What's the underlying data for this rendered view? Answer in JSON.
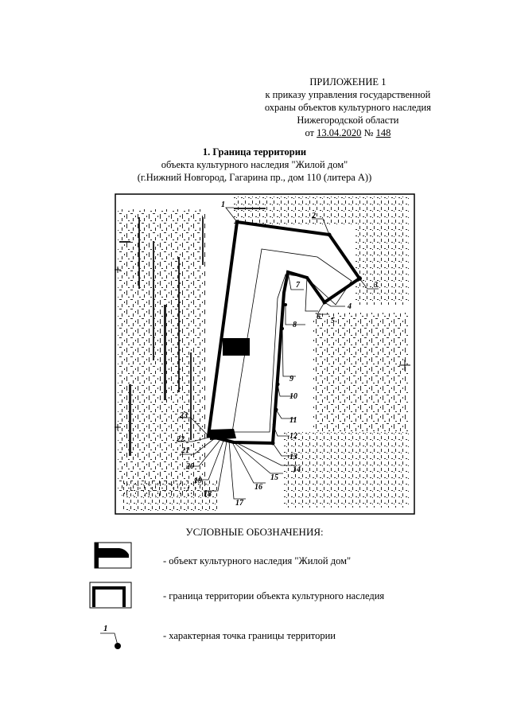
{
  "header": {
    "line1": "ПРИЛОЖЕНИЕ 1",
    "line2": "к приказу управления государственной",
    "line3": "охраны объектов культурного наследия",
    "line4": "Нижегородской области",
    "date_prefix": "от ",
    "date": "13.04.2020",
    "number_prefix": " № ",
    "number": "148"
  },
  "title": {
    "line1": "1. Граница территории",
    "line2": "объекта культурного наследия \"Жилой дом\"",
    "line3": "(г.Нижний Новгород, Гагарина пр., дом 110 (литера А))"
  },
  "map": {
    "boundary_color": "#000000",
    "points": [
      "1",
      "2",
      "3",
      "4",
      "5",
      "6",
      "7",
      "8",
      "9",
      "10",
      "11",
      "12",
      "13",
      "14",
      "15",
      "16",
      "17",
      "18",
      "19",
      "20",
      "21",
      "22",
      "23"
    ]
  },
  "legend": {
    "title": "УСЛОВНЫЕ ОБОЗНАЧЕНИЯ:",
    "items": [
      {
        "icon": "heritage-object-icon",
        "label": "- объект культурного наследия \"Жилой дом\""
      },
      {
        "icon": "territory-boundary-icon",
        "label": "- граница территории объекта культурного наследия"
      },
      {
        "icon": "boundary-point-icon",
        "sample": "1",
        "label": "- характерная точка границы территории"
      }
    ]
  }
}
